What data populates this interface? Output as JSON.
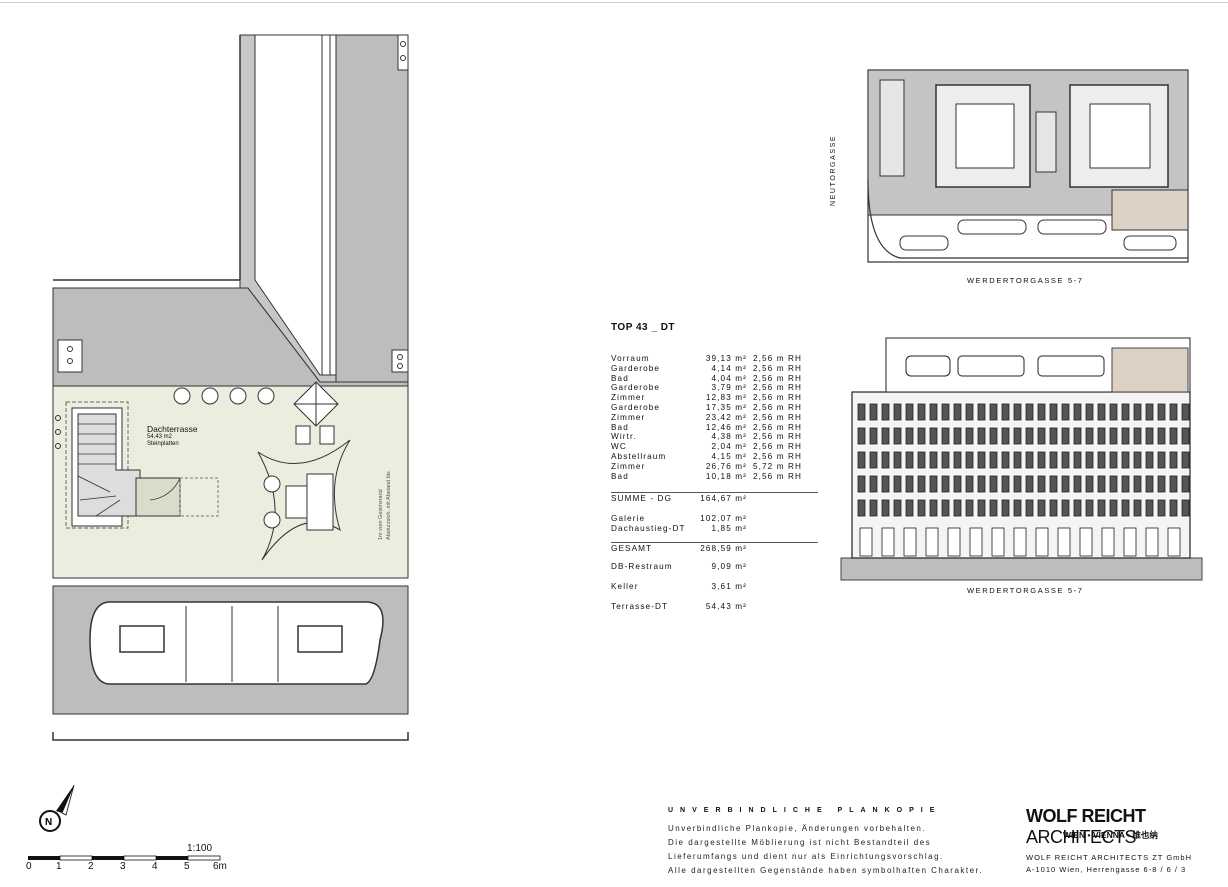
{
  "unit_title": "TOP  43 _ DT",
  "rooms": [
    {
      "name": "Vorraum",
      "area": "39,13 m²",
      "height": "2,56 m RH"
    },
    {
      "name": "Garderobe",
      "area": "4,14 m²",
      "height": "2,56 m RH"
    },
    {
      "name": "Bad",
      "area": "4,04 m²",
      "height": "2,56 m RH"
    },
    {
      "name": "Garderobe",
      "area": "3,79 m²",
      "height": "2,56 m RH"
    },
    {
      "name": "Zimmer",
      "area": "12,83 m²",
      "height": "2,56 m RH"
    },
    {
      "name": "Garderobe",
      "area": "17,35 m²",
      "height": "2,56 m RH"
    },
    {
      "name": "Zimmer",
      "area": "23,42 m²",
      "height": "2,56 m RH"
    },
    {
      "name": "Bad",
      "area": "12,46 m²",
      "height": "2,56 m RH"
    },
    {
      "name": "Wirtr.",
      "area": "4,38 m²",
      "height": "2,56 m RH"
    },
    {
      "name": "WC",
      "area": "2,04 m²",
      "height": "2,56 m RH"
    },
    {
      "name": "Abstellraum",
      "area": "4,15 m²",
      "height": "2,56 m RH"
    },
    {
      "name": "Zimmer",
      "area": "26,76 m²",
      "height": "5,72 m RH"
    },
    {
      "name": "Bad",
      "area": "10,18 m²",
      "height": "2,56 m RH"
    }
  ],
  "summe": {
    "name": "SUMME - DG",
    "area": "164,67 m²"
  },
  "extras": [
    {
      "name": "Galerie",
      "area": "102,07 m²"
    },
    {
      "name": "Dachaustieg-DT",
      "area": "1,85 m²"
    }
  ],
  "gesamt": {
    "name": "GESAMT",
    "area": "268,59 m²"
  },
  "others": [
    {
      "name": "DB-Restraum",
      "area": "9,09 m²"
    },
    {
      "name": "Keller",
      "area": "3,61 m²"
    },
    {
      "name": "Terrasse-DT",
      "area": "54,43 m²"
    }
  ],
  "plan": {
    "terrace_label": "Dachterrasse",
    "terrace_area": "54,43 m2",
    "terrace_material": "Steinplatten",
    "rail_note_1": "Absturzsich. mit Abstand bis",
    "rail_note_2": "1m vom Gesimsrand"
  },
  "streets": {
    "neutorgasse": "NEUTORGASSE",
    "werdertorgasse_top": "WERDERTORGASSE 5-7",
    "werdertorgasse_bottom": "WERDERTORGASSE 5-7"
  },
  "disclaimer": {
    "title": "UNVERBINDLICHE PLANKOPIE",
    "lines": [
      "Unverbindliche Plankopie, Änderungen vorbehalten.",
      "Die dargestellte Möblierung ist nicht Bestandteil des",
      "Lieferumfangs und dient nur als Einrichtungsvorschlag.",
      "Alle dargestellten Gegenstände haben symbolhaften Charakter."
    ]
  },
  "brand": {
    "name_bold": "WOLF REICHT",
    "name_thin": " ARCHITECTS",
    "sub": "WIEN • VIENNA • 维也纳",
    "company": "WOLF REICHT ARCHITECTS ZT GmbH",
    "address": "A-1010 Wien, Herrengasse 6-8 / 6 / 3"
  },
  "scale": {
    "label": "1:100",
    "ticks": [
      "0",
      "1",
      "2",
      "3",
      "4",
      "5",
      "6m"
    ]
  },
  "colors": {
    "wall_gray": "#bdbdbd",
    "terrace_fill": "#ededdf",
    "highlight": "#dcd1c4"
  }
}
